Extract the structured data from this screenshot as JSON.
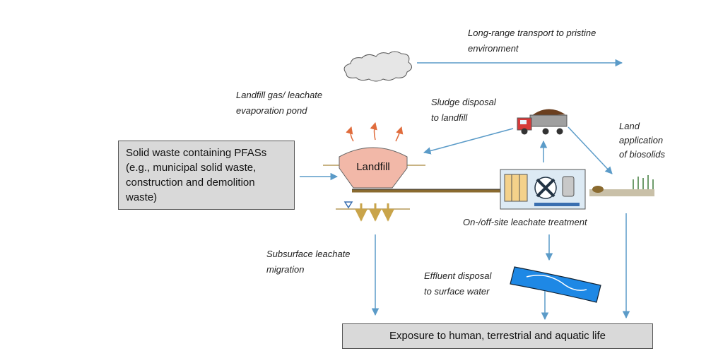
{
  "labels": {
    "long_range": [
      "Long-range transport to pristine",
      "environment"
    ],
    "landfill_gas": [
      "Landfill gas/ leachate",
      "evaporation pond"
    ],
    "sludge": [
      "Sludge disposal",
      "to landfill"
    ],
    "land_app": [
      "Land",
      "application",
      "of biosolids"
    ],
    "treatment": "On-/off-site leachate treatment",
    "subsurface": [
      "Subsurface leachate",
      "migration"
    ],
    "effluent": [
      "Effluent disposal",
      "to surface water"
    ]
  },
  "boxes": {
    "source": [
      "Solid waste containing PFASs",
      "(e.g., municipal solid waste,",
      "construction and demolition",
      "waste)"
    ],
    "landfill": "Landfill",
    "exposure": "Exposure to human, terrestrial and aquatic life"
  },
  "colors": {
    "arrow": "#5b9bc8",
    "gas_arrow": "#e06c3c",
    "landfill_fill": "#f2b8a8",
    "leachate_arrow": "#c9a44a",
    "pipe": "#8a6a2f",
    "water": "#1e88e5"
  },
  "icons": [
    "cloud-icon",
    "truck-icon",
    "treatment-plant-icon",
    "field-icon",
    "river-icon"
  ]
}
